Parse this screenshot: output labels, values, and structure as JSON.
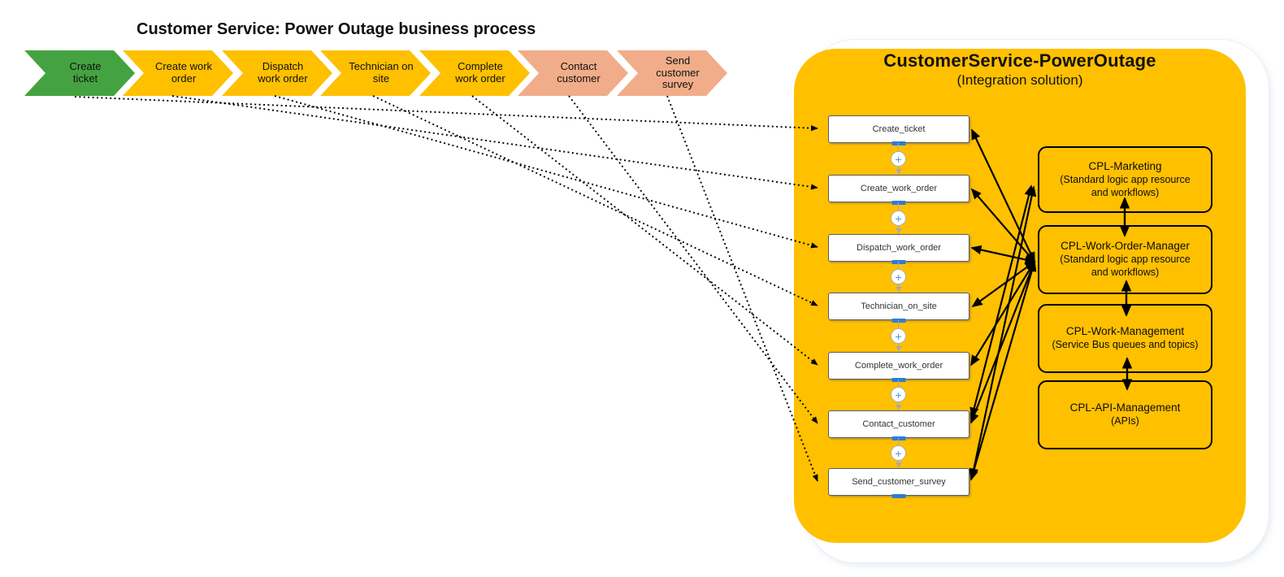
{
  "title": "Customer Service: Power Outage business process",
  "process_steps": [
    {
      "label": "Create ticket",
      "color": "#44a340"
    },
    {
      "label": "Create work order",
      "color": "#ffc000"
    },
    {
      "label": "Dispatch work order",
      "color": "#ffc000"
    },
    {
      "label": "Technician on site",
      "color": "#ffc000"
    },
    {
      "label": "Complete work order",
      "color": "#ffc000"
    },
    {
      "label": "Contact customer",
      "color": "#f1ad89"
    },
    {
      "label": "Send customer survey",
      "color": "#f1ad89"
    }
  ],
  "solution": {
    "title": "CustomerService-PowerOutage",
    "subtitle": "(Integration solution)",
    "workflow_steps": [
      {
        "label": "Create_ticket"
      },
      {
        "label": "Create_work_order"
      },
      {
        "label": "Dispatch_work_order"
      },
      {
        "label": "Technician_on_site"
      },
      {
        "label": "Complete_work_order"
      },
      {
        "label": "Contact_customer"
      },
      {
        "label": "Send_customer_survey"
      }
    ],
    "add_step_icon": "+",
    "resources": [
      {
        "name": "CPL-Marketing",
        "description": "(Standard logic app resource and workflows)"
      },
      {
        "name": "CPL-Work-Order-Manager",
        "description": "(Standard logic app resource and workflows)"
      },
      {
        "name": "CPL-Work-Management",
        "description": "(Service Bus queues and topics)"
      },
      {
        "name": "CPL-API-Management",
        "description": "(APIs)"
      }
    ]
  },
  "colors": {
    "container": "#ffc000",
    "step_green": "#44a340",
    "step_gold": "#ffc000",
    "step_salmon": "#f1ad89",
    "workflow_accent_blue": "#2e7cd6",
    "connector_gray": "#a9a9a9",
    "arrow_black": "#000000"
  }
}
